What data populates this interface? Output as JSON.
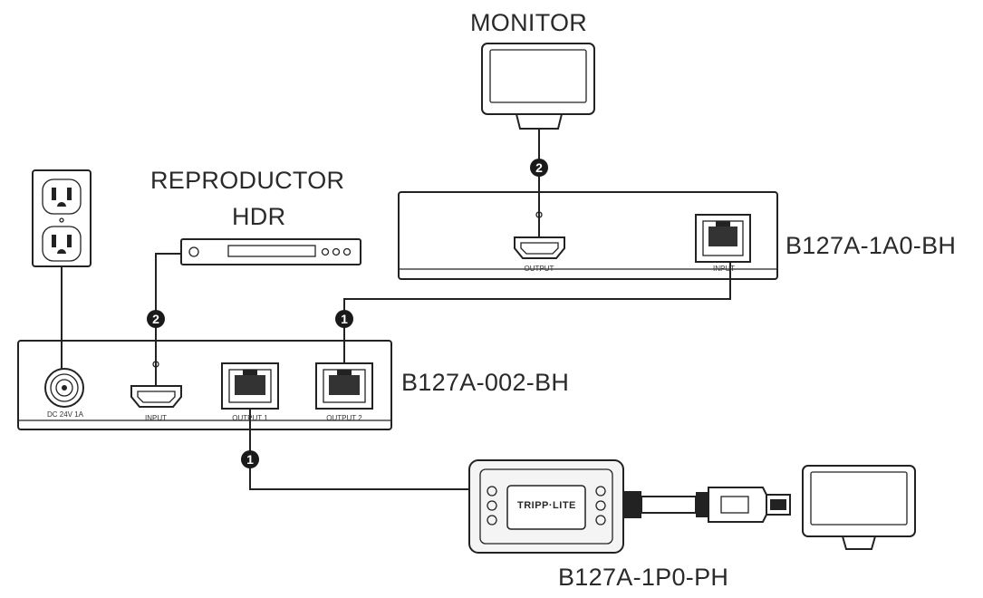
{
  "labels": {
    "monitor": "MONITOR",
    "player_line1": "REPRODUCTOR",
    "player_line2": "HDR",
    "transmitter_model": "B127A-002-BH",
    "receiver_model": "B127A-1A0-BH",
    "dongle_model": "B127A-1P0-PH"
  },
  "transmitter_ports": {
    "power": "DC 24V 1A",
    "input": "INPUT",
    "output1": "OUTPUT 1",
    "output2": "OUTPUT 2"
  },
  "receiver_ports": {
    "output": "OUTPUT",
    "input": "INPUT"
  },
  "badges": {
    "hdmi": "2",
    "cat": "1"
  },
  "dongle_logo": "TRIPP·LITE"
}
